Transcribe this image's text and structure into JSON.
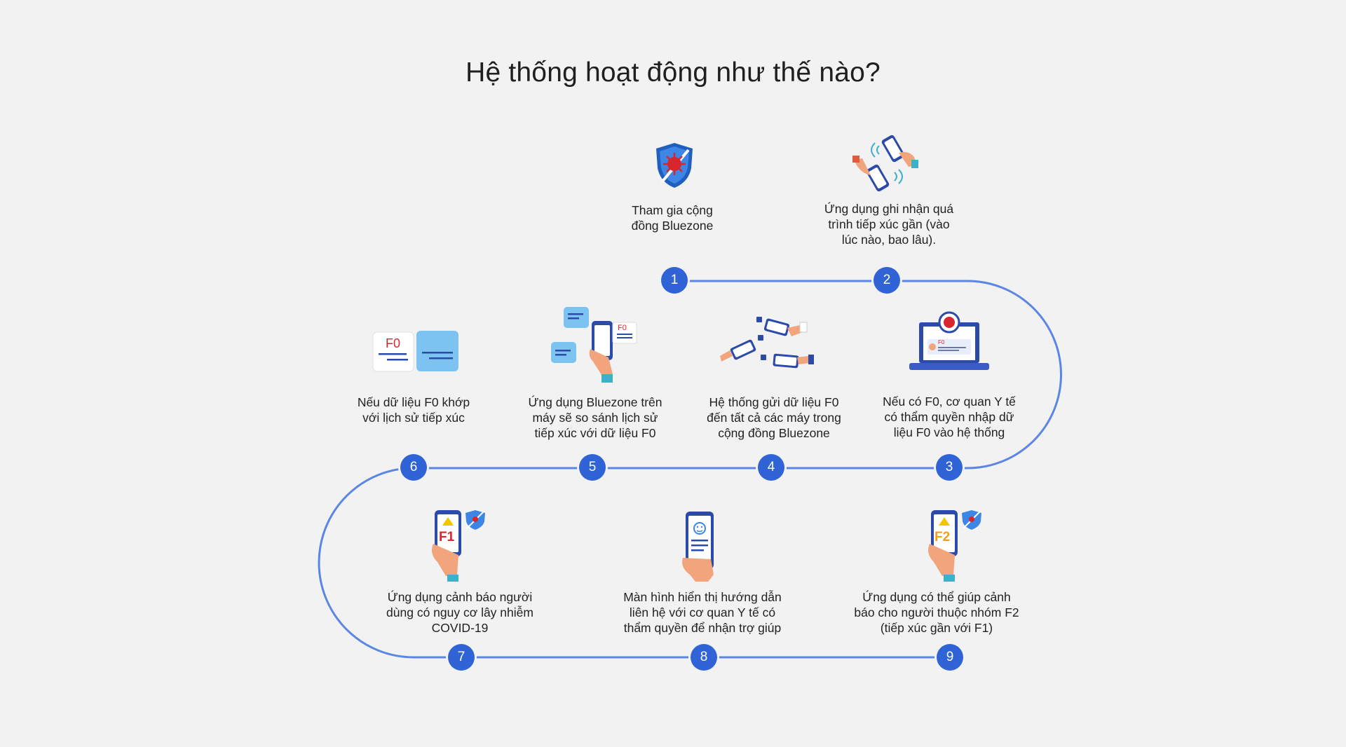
{
  "title": "Hệ thống hoạt động như thế nào?",
  "colors": {
    "path": "#5b86e6",
    "node": "#2f63d6",
    "background": "#f2f2f2"
  },
  "steps": [
    {
      "number": "1",
      "caption": "Tham gia cộng\nđồng Bluezone",
      "icon": "bluezone-shield-icon"
    },
    {
      "number": "2",
      "caption": "Ứng dụng ghi nhận quá\ntrình tiếp xúc gần (vào\nlúc nào, bao lâu).",
      "icon": "phones-exchange-icon"
    },
    {
      "number": "3",
      "caption": "Nếu có F0, cơ quan Y tế\ncó thẩm quyền nhập dữ\nliệu F0 vào hệ thống",
      "icon": "laptop-health-icon",
      "icon_label": "F0"
    },
    {
      "number": "4",
      "caption": "Hệ thống gửi dữ liệu F0\nđến tất cả các máy trong\ncộng đồng Bluezone",
      "icon": "phones-broadcast-icon"
    },
    {
      "number": "5",
      "caption": "Ứng dụng Bluezone trên\nmáy sẽ so sánh lịch sử\ntiếp xúc với dữ liệu F0",
      "icon": "phone-compare-icon",
      "icon_label": "F0"
    },
    {
      "number": "6",
      "caption": "Nếu dữ liệu F0 khớp\nvới lịch sử tiếp xúc",
      "icon": "data-match-cards-icon",
      "icon_label": "F0"
    },
    {
      "number": "7",
      "caption": "Ứng dụng cảnh báo người\ndùng có nguy cơ lây nhiễm\nCOVID-19",
      "icon": "phone-warning-f1-icon",
      "icon_label": "F1"
    },
    {
      "number": "8",
      "caption": "Màn hình hiển thị hướng dẫn\nliên hệ với cơ quan Y tế có\nthẩm quyền để nhận trợ giúp",
      "icon": "phone-guidance-icon"
    },
    {
      "number": "9",
      "caption": "Ứng dụng có thể giúp cảnh\nbáo cho người thuộc nhóm F2\n(tiếp xúc gần với F1)",
      "icon": "phone-warning-f2-icon",
      "icon_label": "F2"
    }
  ]
}
